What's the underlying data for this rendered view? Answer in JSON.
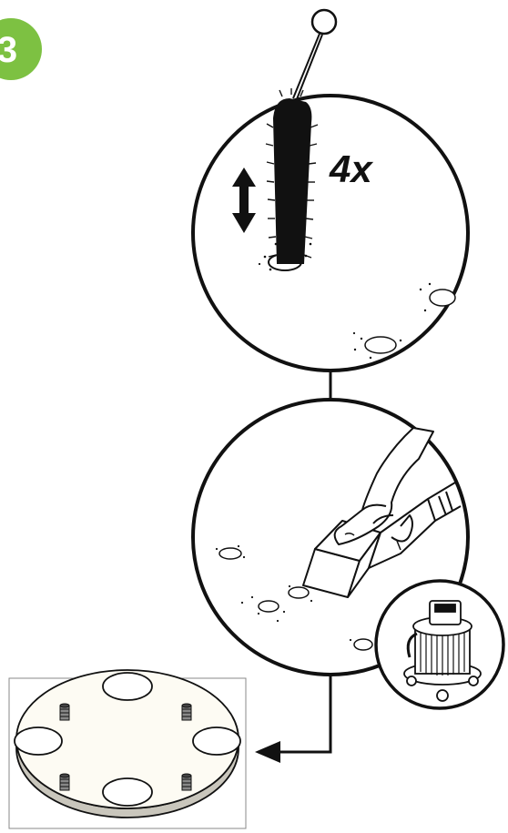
{
  "step": {
    "number": "3",
    "badge_color": "#7dc142"
  },
  "brush_panel": {
    "repeat_label": "4x"
  },
  "colors": {
    "line": "#111111",
    "plate_top": "#fdfbf3",
    "plate_edge": "#c9c6bc",
    "background": "#ffffff"
  },
  "icons": [
    "step-badge",
    "bottle-brush",
    "up-down-arrow",
    "hand-vacuum-nozzle",
    "wet-dry-vacuum",
    "base-plate",
    "threaded-insert",
    "arrow-left"
  ]
}
